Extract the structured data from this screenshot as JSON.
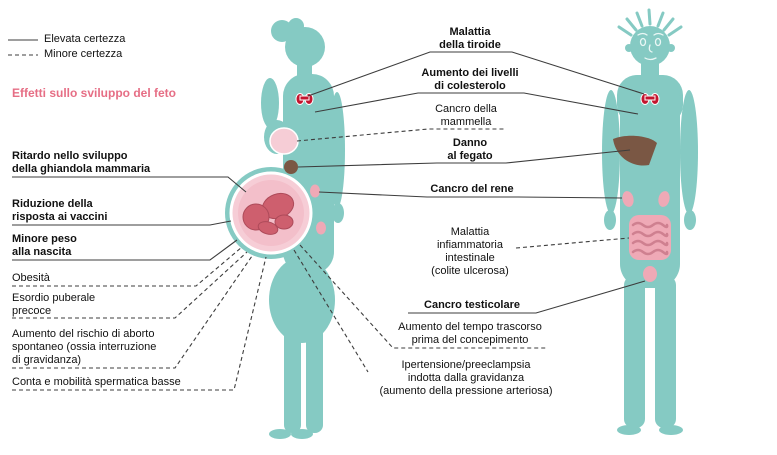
{
  "legend": {
    "high_certainty": "Elevata certezza",
    "low_certainty": "Minore certezza"
  },
  "section_header": "Effetti sullo sviluppo del feto",
  "fetal_effects": {
    "mammary": {
      "text": "Ritardo nello sviluppo\ndella ghiandola mammaria",
      "certainty": "high"
    },
    "vaccines": {
      "text": "Riduzione della\nrisposta ai vaccini",
      "certainty": "high"
    },
    "birth_weight": {
      "text": "Minore peso\nalla nascita",
      "certainty": "high"
    },
    "obesity": {
      "text": "Obesità",
      "certainty": "low"
    },
    "puberty": {
      "text": "Esordio puberale\nprecoce",
      "certainty": "low"
    },
    "miscarriage": {
      "text": "Aumento del rischio di aborto\nspontaneo (ossia interruzione\ndi gravidanza)",
      "certainty": "low"
    },
    "sperm": {
      "text": "Conta e mobilità spermatica basse",
      "certainty": "low"
    }
  },
  "health_effects": {
    "thyroid": {
      "text": "Malattia\ndella tiroide",
      "certainty": "high"
    },
    "cholesterol": {
      "text": "Aumento dei livelli\ndi colesterolo",
      "certainty": "high"
    },
    "breast_cancer": {
      "text": "Cancro della\nmammella",
      "certainty": "low"
    },
    "liver_damage": {
      "text": "Danno\nal fegato",
      "certainty": "high"
    },
    "kidney_cancer": {
      "text": "Cancro del rene",
      "certainty": "high"
    },
    "ibd": {
      "text": "Malattia\ninfiammatoria\nintestinale\n(colite ulcerosa)",
      "certainty": "low"
    },
    "testicular_cancer": {
      "text": "Cancro testicolare",
      "certainty": "high"
    },
    "conception_time": {
      "text": "Aumento del tempo trascorso\nprima del concepimento",
      "certainty": "low"
    },
    "hypertension": {
      "text": "Ipertensione/preeclampsia\nindotta dalla gravidanza\n(aumento della pressione arteriosa)",
      "certainty": "low"
    }
  },
  "colors": {
    "body": "#85cac3",
    "accent_pink": "#e66e85",
    "organ_red": "#c3142e",
    "organ_brown": "#7a5744",
    "organ_pink": "#efa9b6",
    "organ_light_pink": "#f6cdd6",
    "womb_inner": "#f3bfca",
    "fetus": "#ce5f6e",
    "line": "#3d3d3d"
  }
}
